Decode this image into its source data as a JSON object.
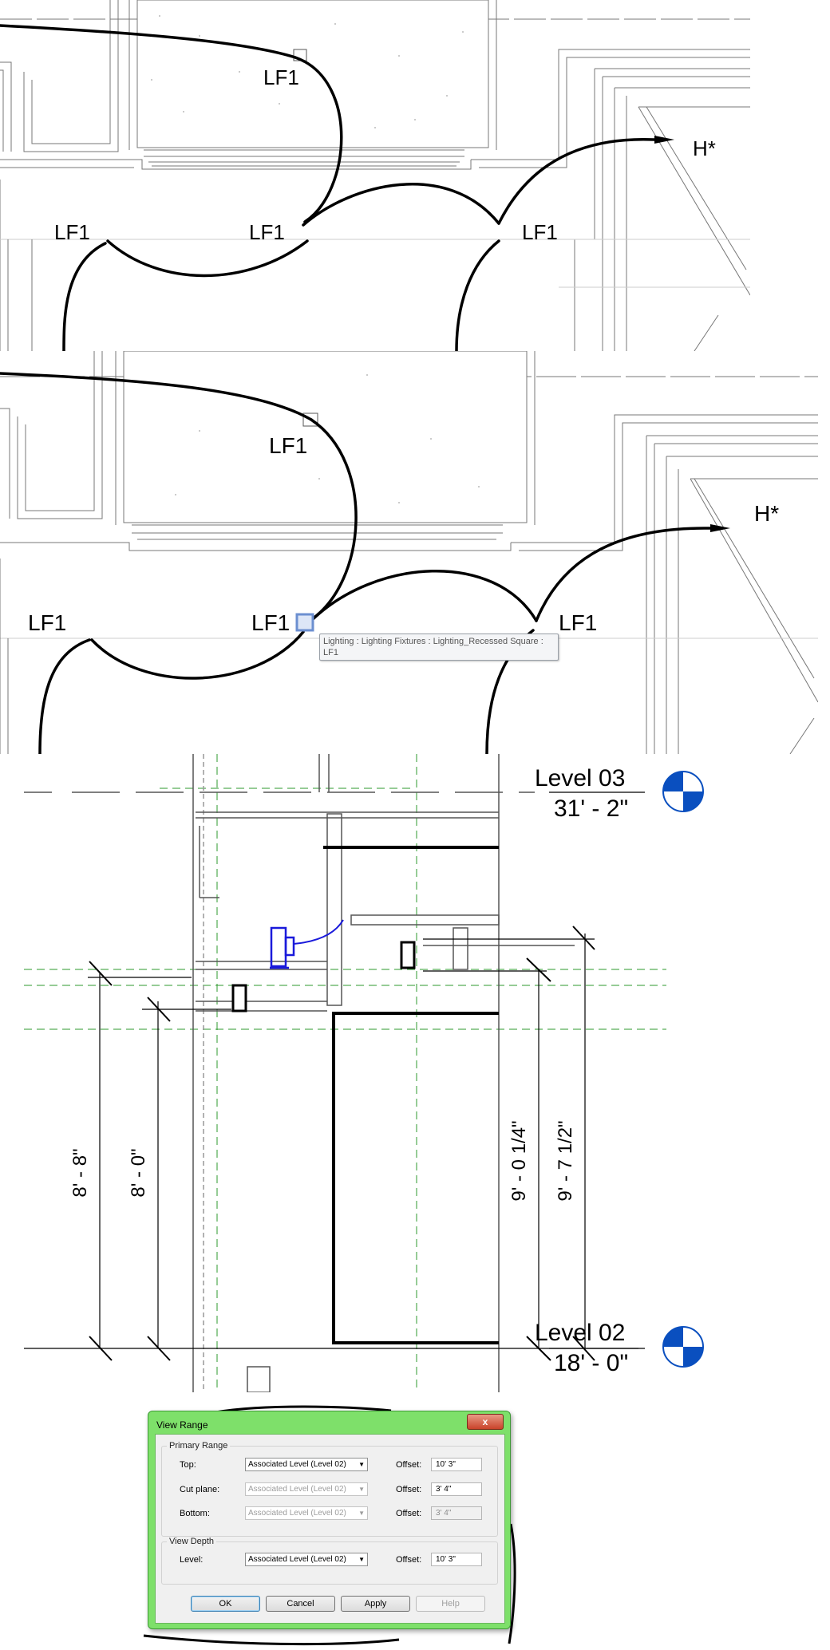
{
  "panel1": {
    "tags": [
      "LF1",
      "LF1",
      "LF1",
      "LF1"
    ],
    "arrow_label": "H*"
  },
  "panel2": {
    "tags": [
      "LF1",
      "LF1",
      "LF1",
      "LF1"
    ],
    "arrow_label": "H*",
    "tooltip": "Lighting : Lighting Fixtures : Lighting_Recessed Square : LF1"
  },
  "section": {
    "level_top_name": "Level 03",
    "level_top_elev": "31' - 2\"",
    "level_bottom_name": "Level 02",
    "level_bottom_elev": "18' - 0\"",
    "dims": [
      "8' - 8\"",
      "8' - 0\"",
      "9' - 0 1/4\"",
      "9' - 7 1/2\""
    ]
  },
  "dialog": {
    "title": "View Range",
    "close_label": "x",
    "primary_range": "Primary Range",
    "top_label": "Top:",
    "top_value": "Associated Level (Level 02)",
    "top_offset": "10'  3\"",
    "cut_label": "Cut plane:",
    "cut_value": "Associated Level (Level 02)",
    "cut_offset": "3'  4\"",
    "bottom_label": "Bottom:",
    "bottom_value": "Associated Level (Level 02)",
    "bottom_offset": "3'  4\"",
    "view_depth": "View Depth",
    "level_label": "Level:",
    "level_value": "Associated Level (Level 02)",
    "level_offset": "10'  3\"",
    "offset_label": "Offset:",
    "ok": "OK",
    "cancel": "Cancel",
    "apply": "Apply",
    "help": "Help"
  },
  "colors": {
    "dialog_frame": "#7ee06a",
    "level_head_blue": "#0a4fbf",
    "fixture_blue": "#1a1adb",
    "ref_plane_green": "#2e9a2e"
  }
}
